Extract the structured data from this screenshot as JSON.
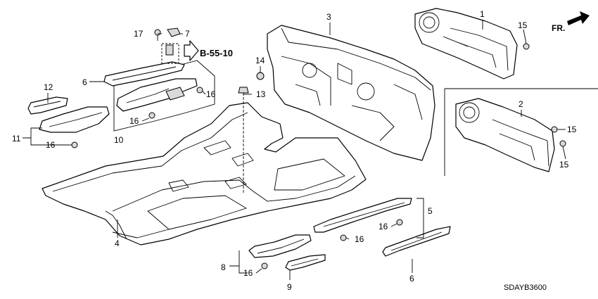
{
  "diagram": {
    "front_indicator": "FR.",
    "reference_code": "B-55-10",
    "drawing_code": "SDAYB3600",
    "callouts": {
      "c1": "1",
      "c2": "2",
      "c3": "3",
      "c4": "4",
      "c5": "5",
      "c6a": "6",
      "c6b": "6",
      "c7": "7",
      "c8": "8",
      "c9": "9",
      "c10": "10",
      "c11": "11",
      "c12": "12",
      "c13": "13",
      "c14": "14",
      "c15a": "15",
      "c15b": "15",
      "c15c": "15",
      "c16a": "16",
      "c16b": "16",
      "c16c": "16",
      "c16d": "16",
      "c16e": "16",
      "c16f": "16",
      "c17": "17"
    }
  }
}
